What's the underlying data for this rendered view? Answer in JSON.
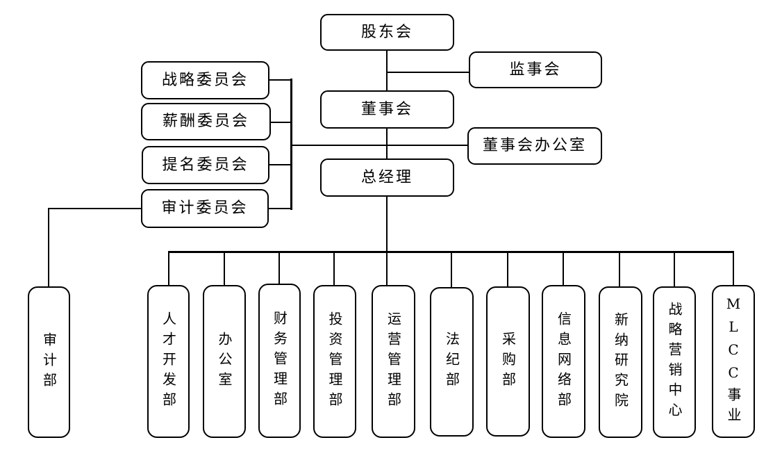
{
  "diagram": {
    "type": "org-chart",
    "colors": {
      "line": "#000000",
      "box_border": "#000000",
      "background": "#ffffff",
      "text": "#000000"
    },
    "nodes": {
      "shareholders": {
        "label": "股东会"
      },
      "supervisory_board": {
        "label": "监事会"
      },
      "board": {
        "label": "董事会"
      },
      "board_office": {
        "label": "董事会办公室"
      },
      "general_manager": {
        "label": "总经理"
      },
      "committees": [
        {
          "label": "战略委员会"
        },
        {
          "label": "薪酬委员会"
        },
        {
          "label": "提名委员会"
        },
        {
          "label": "审计委员会"
        }
      ],
      "audit_department": {
        "label": "审计部"
      },
      "departments": [
        {
          "label": "人才开发部"
        },
        {
          "label": "办公室"
        },
        {
          "label": "财务管理部"
        },
        {
          "label": "投资管理部"
        },
        {
          "label": "运营管理部"
        },
        {
          "label": "法纪部"
        },
        {
          "label": "采购部"
        },
        {
          "label": "信息网络部"
        },
        {
          "label": "新纳研究院"
        },
        {
          "label": "战略营销中心"
        },
        {
          "label": "MLCC事业"
        }
      ]
    },
    "edges": [
      "股东会-董事会",
      "股东会/董事会-监事会",
      "董事会-总经理",
      "董事会-战略委员会",
      "董事会-薪酬委员会",
      "董事会-提名委员会",
      "董事会-审计委员会",
      "董事会-董事会办公室",
      "审计委员会-审计部",
      "总经理-人才开发部",
      "总经理-办公室",
      "总经理-财务管理部",
      "总经理-投资管理部",
      "总经理-运营管理部",
      "总经理-法纪部",
      "总经理-采购部",
      "总经理-信息网络部",
      "总经理-新纳研究院",
      "总经理-战略营销中心",
      "总经理-MLCC事业"
    ]
  }
}
